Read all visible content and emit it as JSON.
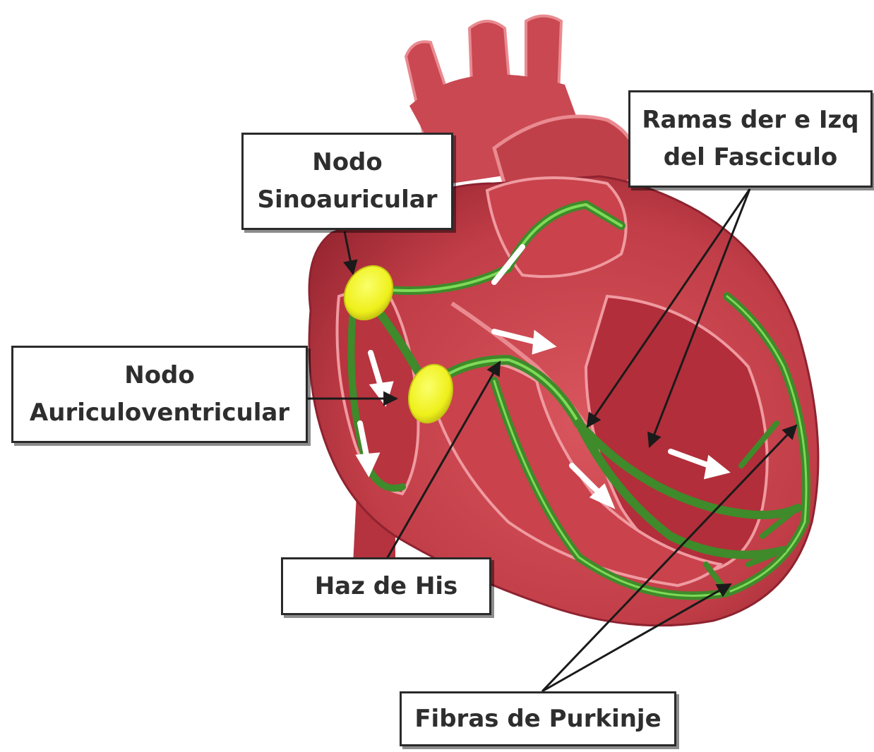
{
  "labels": {
    "sa_node": {
      "line1": "Nodo",
      "line2": "Sinoauricular"
    },
    "av_node": {
      "line1": "Nodo",
      "line2": "Auriculoventricular"
    },
    "bundle_branches": {
      "line1": "Ramas der e Izq",
      "line2": "del Fasciculo"
    },
    "his_bundle": {
      "text": "Haz de His"
    },
    "purkinje": {
      "text": "Fibras de Purkinje"
    }
  },
  "colors": {
    "heart_muscle": "#c9414a",
    "heart_light": "#e8838a",
    "heart_dark": "#8e2330",
    "conduction_path": "#3f8a2a",
    "conduction_highlight": "#7ed957",
    "node": "#f2f21a",
    "arrow_white": "#ffffff",
    "leader_line": "#1a1a1a",
    "box_border": "#2a2a2a"
  }
}
